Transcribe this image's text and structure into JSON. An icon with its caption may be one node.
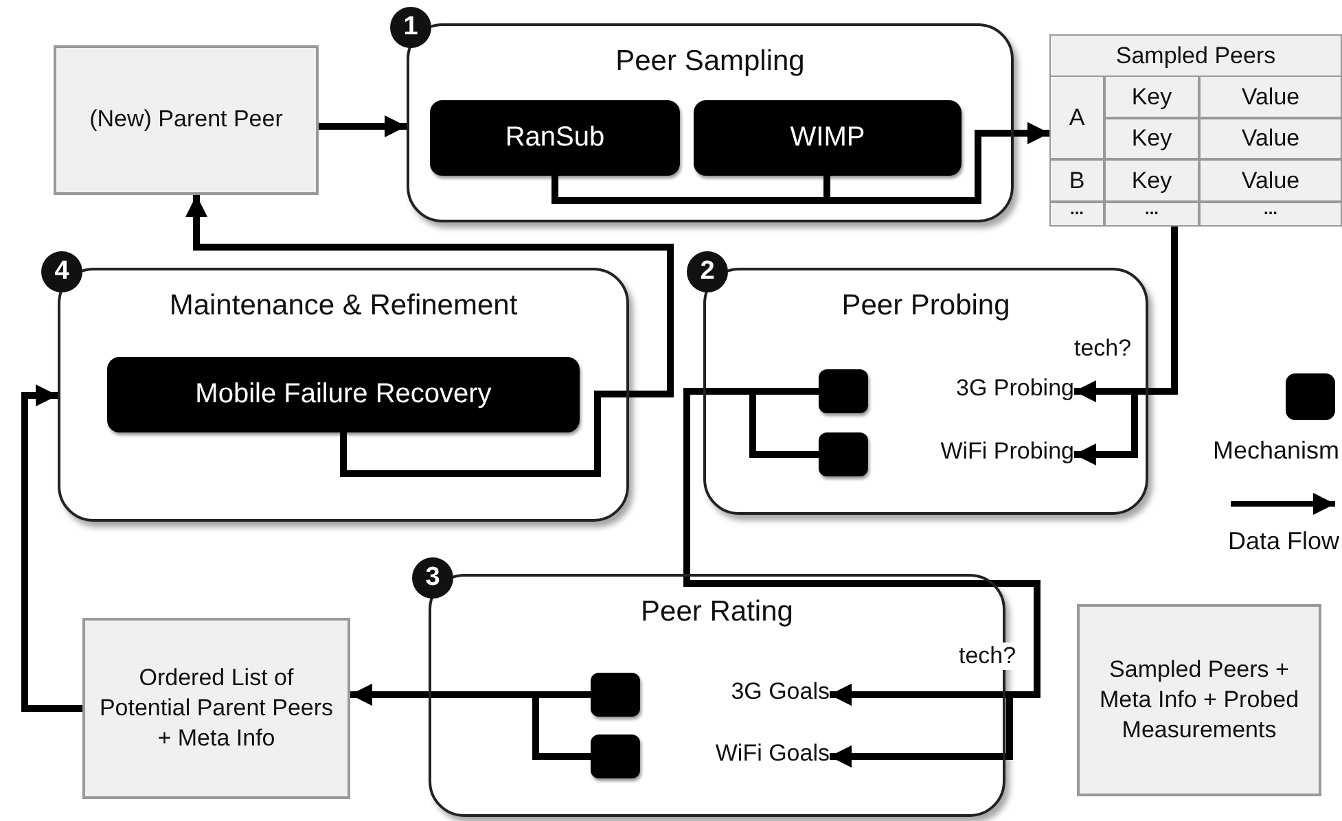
{
  "diagram": {
    "nodes": [
      {
        "text": [
          "(New) Parent Peer"
        ]
      },
      {
        "text": [
          "Peer Sampling"
        ],
        "beside": [
          "1"
        ]
      },
      {
        "text": [
          "RanSub"
        ],
        "in": 1
      },
      {
        "text": [
          "WIMP"
        ],
        "in": 1
      },
      {
        "text": [
          "Sampled Peers"
        ]
      },
      {
        "text": [
          "Maintenance & Refinement"
        ],
        "beside": [
          "4"
        ]
      },
      {
        "text": [
          "Mobile Failure Recovery"
        ],
        "in": 5
      },
      {
        "text": [
          "Peer Probing"
        ],
        "beside": [
          "2"
        ]
      },
      {
        "text": [],
        "shape": "box",
        "in": 7,
        "beside": [
          "3G Probing"
        ]
      },
      {
        "text": [],
        "shape": "box",
        "in": 7,
        "beside": [
          "WiFi Probing"
        ]
      },
      {
        "text": [
          "Peer Rating"
        ],
        "beside": [
          "3"
        ]
      },
      {
        "text": [],
        "shape": "box",
        "in": 10,
        "beside": [
          "3G Goals"
        ]
      },
      {
        "text": [],
        "shape": "box",
        "in": 10,
        "beside": [
          "WiFi Goals"
        ]
      },
      {
        "text": [
          "Ordered List of Potential Parent Peers + Meta Info"
        ]
      },
      {
        "text": [
          "Sampled Peers + Meta Info + Probed Measurements"
        ]
      }
    ],
    "edges": [
      {
        "from": 0,
        "to": 1,
        "arrow": "to"
      },
      {
        "from": 2,
        "to": 4,
        "arrow": "to"
      },
      {
        "from": 3,
        "to": 4,
        "arrow": "to"
      },
      {
        "from": 4,
        "to": 8,
        "arrow": "to"
      },
      {
        "from": 4,
        "to": 9,
        "arrow": "to"
      },
      {
        "from": 8,
        "to": 11,
        "arrow": "to"
      },
      {
        "from": 8,
        "to": 12,
        "arrow": "to"
      },
      {
        "from": 9,
        "to": 11,
        "arrow": "to"
      },
      {
        "from": 9,
        "to": 12,
        "arrow": "to"
      },
      {
        "from": 11,
        "to": 13,
        "arrow": "to"
      },
      {
        "from": 12,
        "to": 13,
        "arrow": "to"
      },
      {
        "from": 13,
        "to": 5,
        "arrow": "to"
      },
      {
        "from": 6,
        "to": 0,
        "arrow": "to"
      }
    ],
    "labels": [
      "A",
      "Key",
      "Value",
      "Key",
      "Value",
      "B",
      "Key",
      "Value",
      "...",
      "...",
      "...",
      "tech?",
      "tech?"
    ],
    "legend": [
      {
        "text": "Mechanism"
      },
      {
        "text": "Data Flow"
      }
    ]
  }
}
